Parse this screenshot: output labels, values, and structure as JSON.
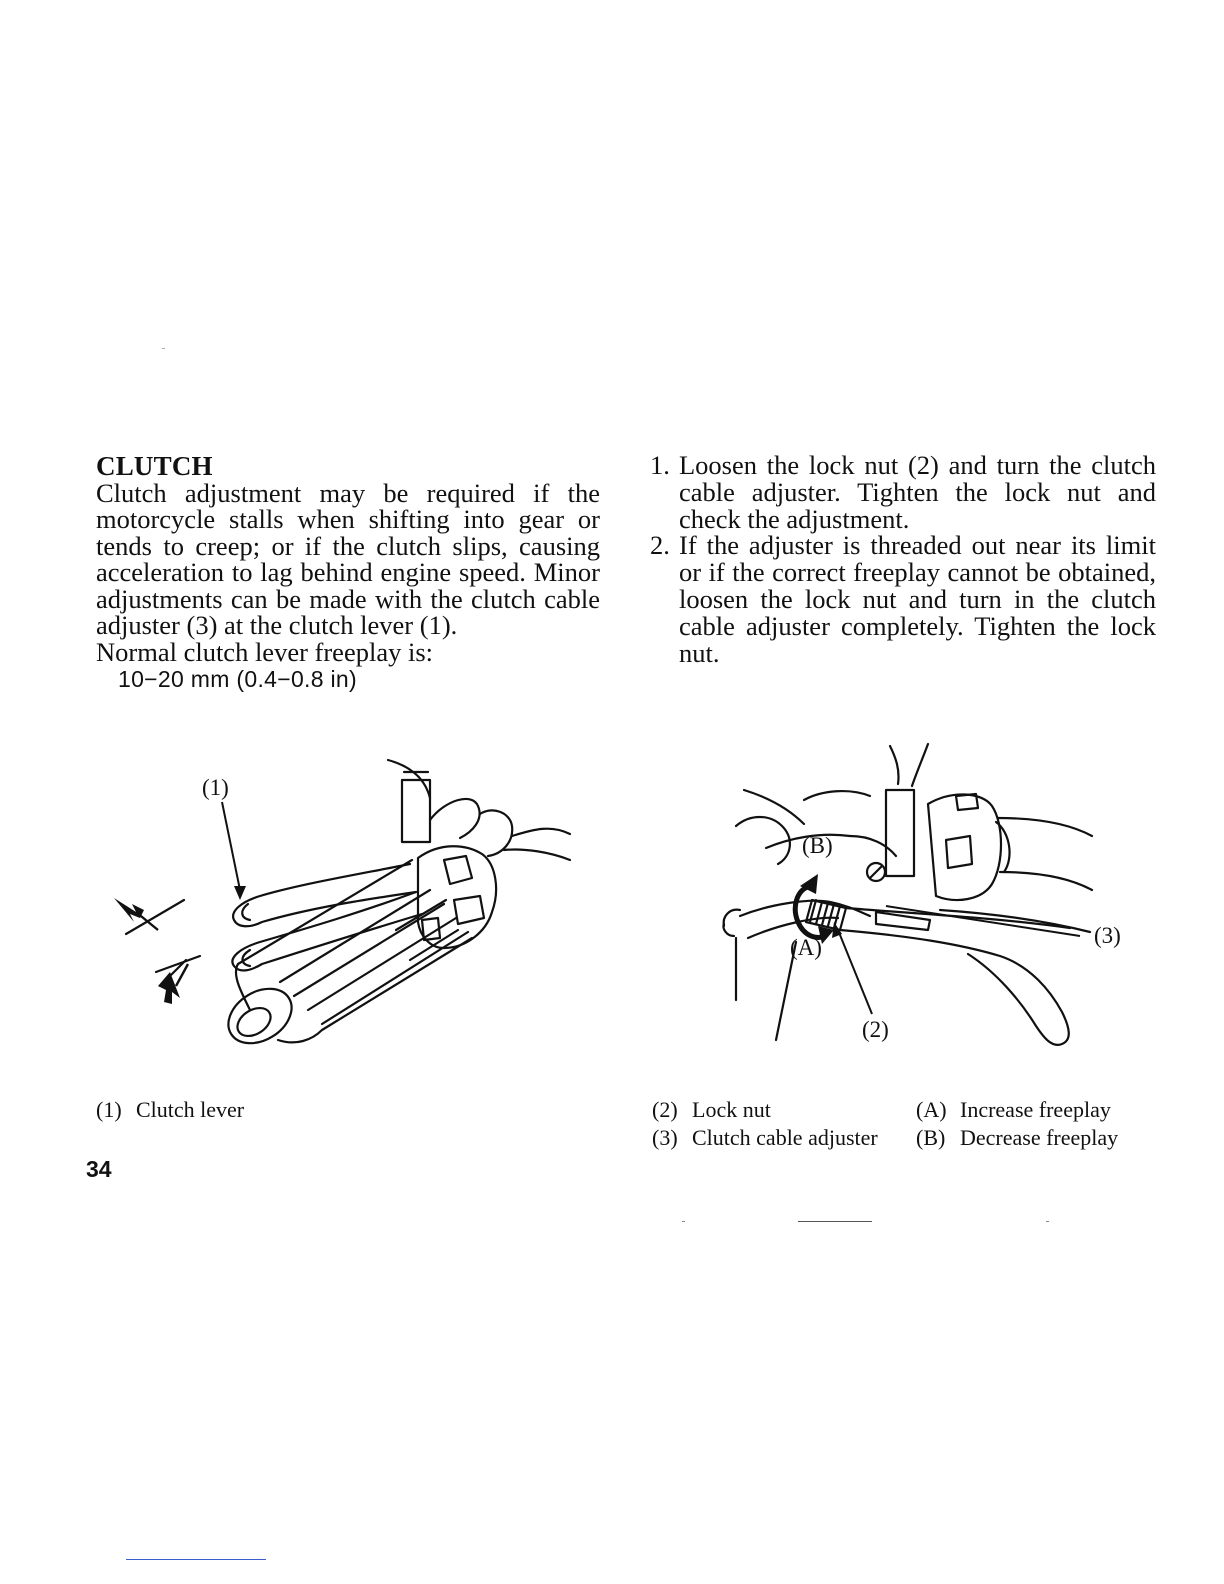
{
  "section": {
    "heading": "CLUTCH",
    "body": "Clutch adjustment may be required if the motorcycle stalls when shifting into gear or tends to creep; or if the clutch slips, causing acceleration to lag behind engine speed. Minor adjustments can be made with the clutch cable adjuster (3) at the clutch lever (1).",
    "spec_label": "Normal clutch lever freeplay is:",
    "spec_value": "10−20 mm (0.4−0.8 in)"
  },
  "steps": [
    {
      "num": "1.",
      "text": "Loosen the lock nut (2) and turn the clutch cable adjuster. Tighten the lock nut and check the adjustment."
    },
    {
      "num": "2.",
      "text": "If the adjuster is threaded out near its limit or if the correct freeplay cannot be obtained, loosen the lock nut and turn in the clutch cable adjuster completely. Tighten the lock nut."
    }
  ],
  "figure_left": {
    "callout_1": "(1)"
  },
  "figure_right": {
    "callout_a": "(A)",
    "callout_b": "(B)",
    "callout_2": "(2)",
    "callout_3": "(3)"
  },
  "captions_left": [
    {
      "key": "(1)",
      "text": "Clutch lever"
    }
  ],
  "captions_right": [
    {
      "key": "(2)",
      "text": "Lock nut"
    },
    {
      "key": "(3)",
      "text": "Clutch cable adjuster"
    },
    {
      "key": "(A)",
      "text": "Increase freeplay"
    },
    {
      "key": "(B)",
      "text": "Decrease freeplay"
    }
  ],
  "page_number": "34"
}
